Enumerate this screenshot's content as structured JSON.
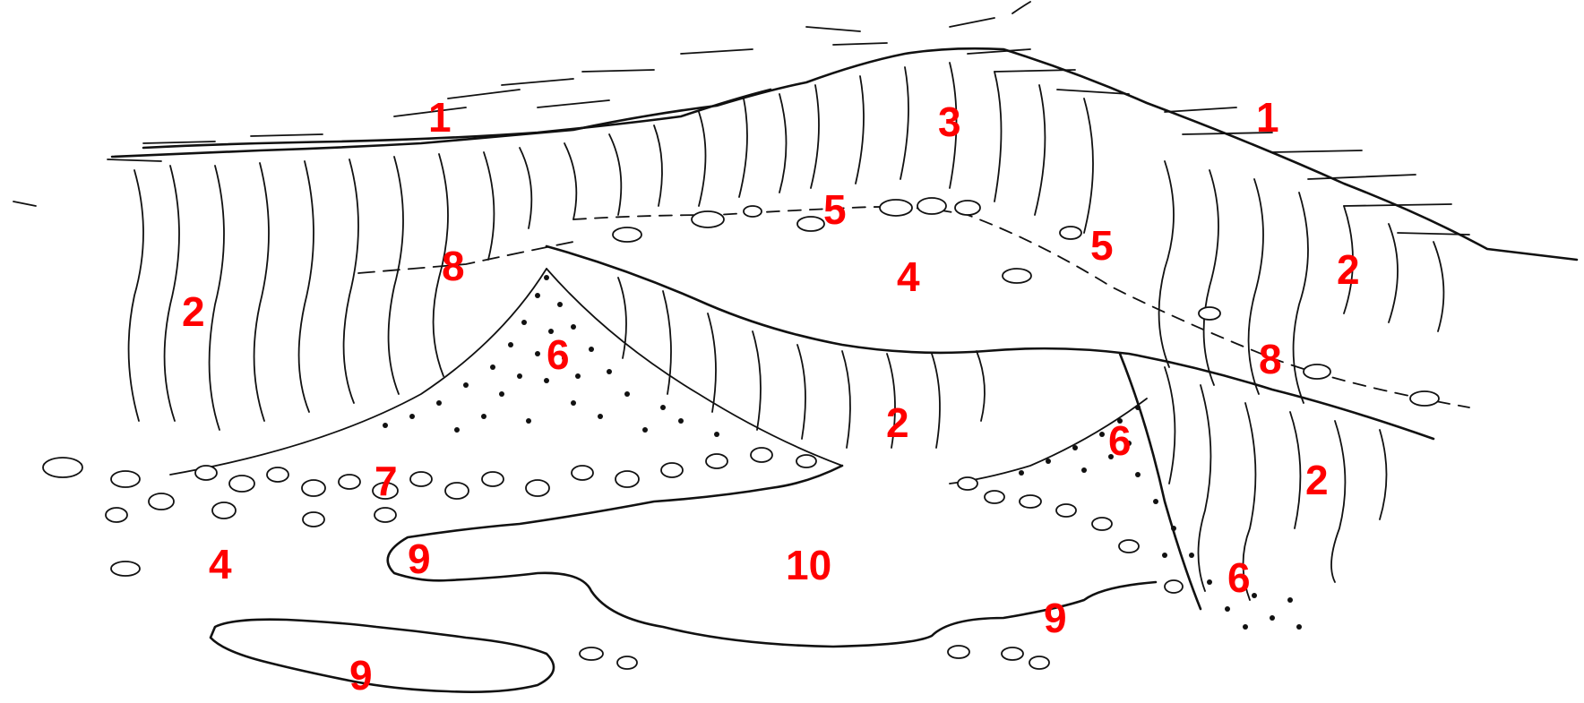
{
  "diagram": {
    "label_color": "#ff0000",
    "line_color": "#111111",
    "labels": [
      {
        "id": "1a",
        "text": "1"
      },
      {
        "id": "1b",
        "text": "1"
      },
      {
        "id": "3",
        "text": "3"
      },
      {
        "id": "5a",
        "text": "5"
      },
      {
        "id": "5b",
        "text": "5"
      },
      {
        "id": "4a",
        "text": "4"
      },
      {
        "id": "8a",
        "text": "8"
      },
      {
        "id": "8b",
        "text": "8"
      },
      {
        "id": "2a",
        "text": "2"
      },
      {
        "id": "2b",
        "text": "2"
      },
      {
        "id": "2c",
        "text": "2"
      },
      {
        "id": "2d",
        "text": "2"
      },
      {
        "id": "6a",
        "text": "6"
      },
      {
        "id": "6b",
        "text": "6"
      },
      {
        "id": "6c",
        "text": "6"
      },
      {
        "id": "7",
        "text": "7"
      },
      {
        "id": "4b",
        "text": "4"
      },
      {
        "id": "9a",
        "text": "9"
      },
      {
        "id": "9b",
        "text": "9"
      },
      {
        "id": "9c",
        "text": "9"
      },
      {
        "id": "10",
        "text": "10"
      }
    ]
  }
}
